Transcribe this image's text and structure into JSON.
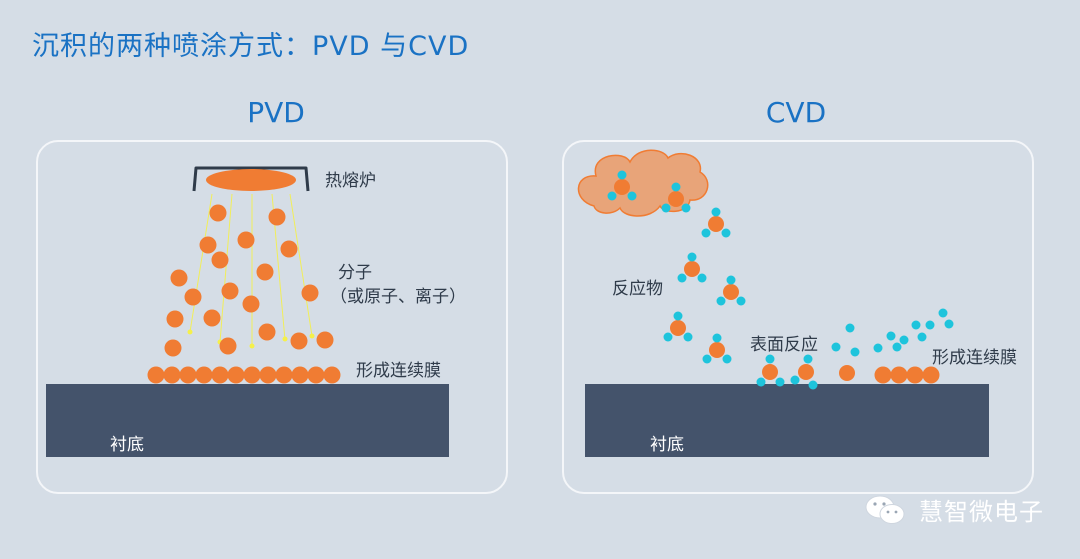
{
  "title": "沉积的两种喷涂方式：PVD 与CVD",
  "pvd": {
    "heading": "PVD",
    "furnace_label": "热熔炉",
    "molecule_label_1": "分子",
    "molecule_label_2": "（或原子、离子）",
    "film_label": "形成连续膜",
    "substrate_label": "衬底"
  },
  "cvd": {
    "heading": "CVD",
    "reactant_label": "反应物",
    "surface_reaction_label": "表面反应",
    "film_label": "形成连续膜",
    "substrate_label": "衬底"
  },
  "watermark": {
    "text": "慧智微电子",
    "icon": "wechat-icon"
  },
  "colors": {
    "accent_blue": "#1a72c4",
    "particle_orange": "#f07c33",
    "cyan": "#1ec4dc",
    "substrate": "#44536b",
    "cloud": "#e8a479",
    "trail_yellow": "#f5f04a"
  }
}
